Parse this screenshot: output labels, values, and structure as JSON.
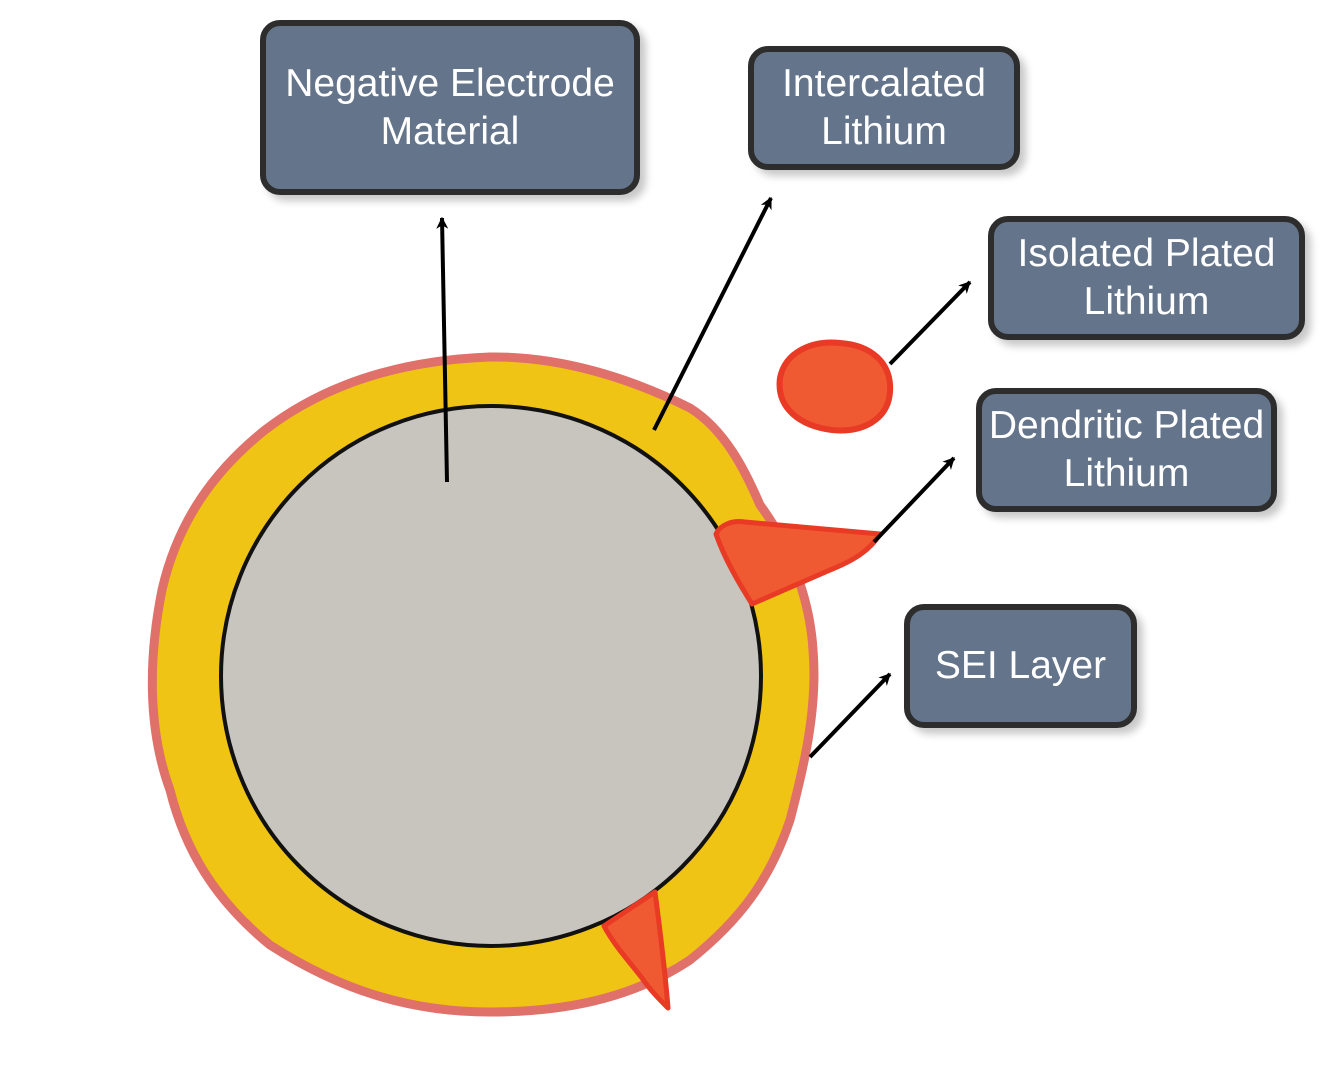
{
  "labels": {
    "negative_electrode": {
      "line1": "Negative Electrode",
      "line2": "Material"
    },
    "intercalated_lithium": {
      "line1": "Intercalated",
      "line2": "Lithium"
    },
    "isolated_plated_lithium": {
      "line1": "Isolated Plated",
      "line2": "Lithium"
    },
    "dendritic_plated_lithium": {
      "line1": "Dendritic Plated",
      "line2": "Lithium"
    },
    "sei_layer": {
      "line1": "SEI Layer"
    }
  },
  "colors": {
    "label_fill": "#64748a",
    "label_border": "#2d2d2d",
    "label_text": "#ffffff",
    "particle_core": "#c8c5bf",
    "sei_layer": "#f0c414",
    "sei_outline": "#e0706a",
    "plated_lithium": "#f05a32",
    "plated_lithium_outline": "#e83a24",
    "arrow": "#000000"
  }
}
